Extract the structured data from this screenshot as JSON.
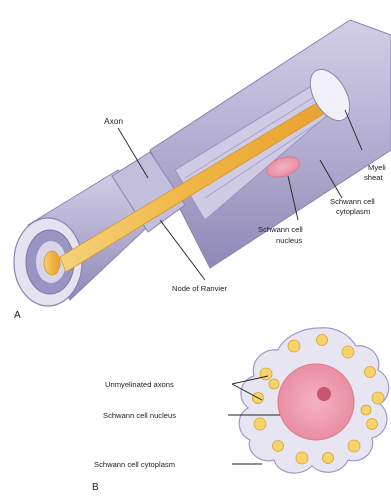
{
  "panel_a": {
    "letter": "A",
    "labels": {
      "axon": "Axon",
      "myelin_line1": "Myeli",
      "myelin_line2": "sheat",
      "schwann_cytoplasm_line1": "Schwann cell",
      "schwann_cytoplasm_line2": "cytoplasm",
      "schwann_nucleus_line1": "Schwann cell",
      "schwann_nucleus_line2": "nucleus",
      "node_of_ranvier": "Node of Ranvier"
    }
  },
  "panel_b": {
    "letter": "B",
    "labels": {
      "unmyelinated_axons": "Unmyelinated axons",
      "schwann_nucleus": "Schwann cell nucleus",
      "schwann_cytoplasm": "Schwann cell cytoplasm"
    }
  },
  "colors": {
    "sheath": "#b9b4d3",
    "sheath_dark": "#8d86b6",
    "axon": "#f1b948",
    "nucleus": "#f2a7b5",
    "axon_dot": "#f6d36b",
    "cytoplasm": "#e9e6f3"
  }
}
